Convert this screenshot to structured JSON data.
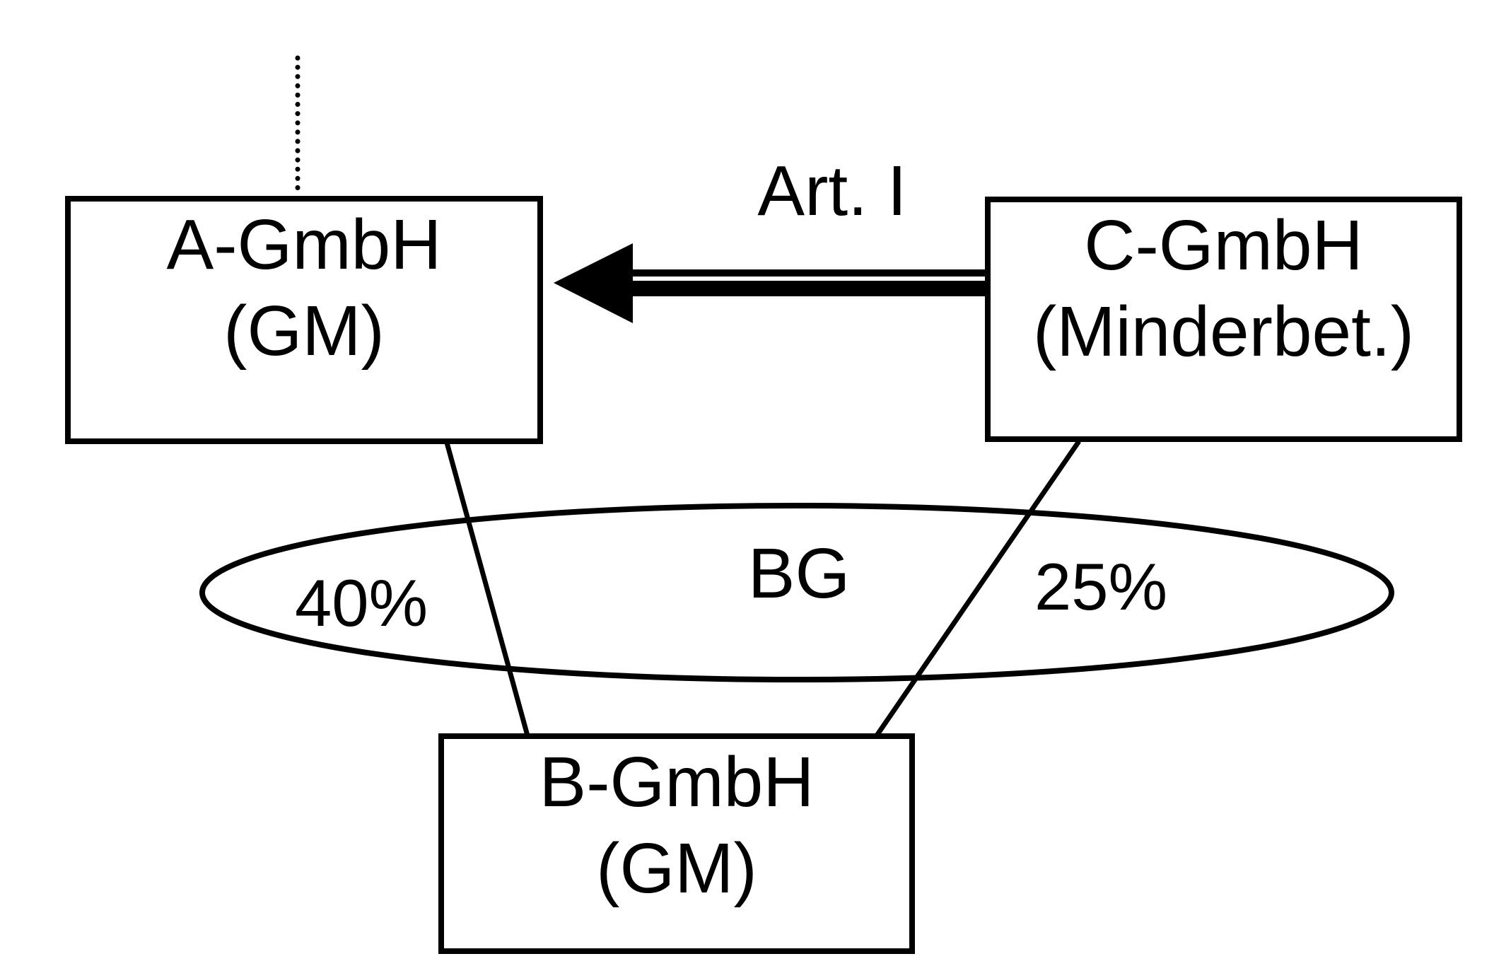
{
  "diagram": {
    "background_color": "#ffffff",
    "stroke_color": "#000000",
    "nodes": [
      {
        "id": "a-gmbh",
        "line1": "A-GmbH",
        "line2": "(GM)"
      },
      {
        "id": "c-gmbh",
        "line1": "C-GmbH",
        "line2": "(Minderbet.)"
      },
      {
        "id": "b-gmbh",
        "line1": "B-GmbH",
        "line2": "(GM)"
      }
    ],
    "edges": {
      "arrow_label": "Art. I",
      "group_label": "BG",
      "a_share_label": "40%",
      "c_share_label": "25%"
    }
  }
}
